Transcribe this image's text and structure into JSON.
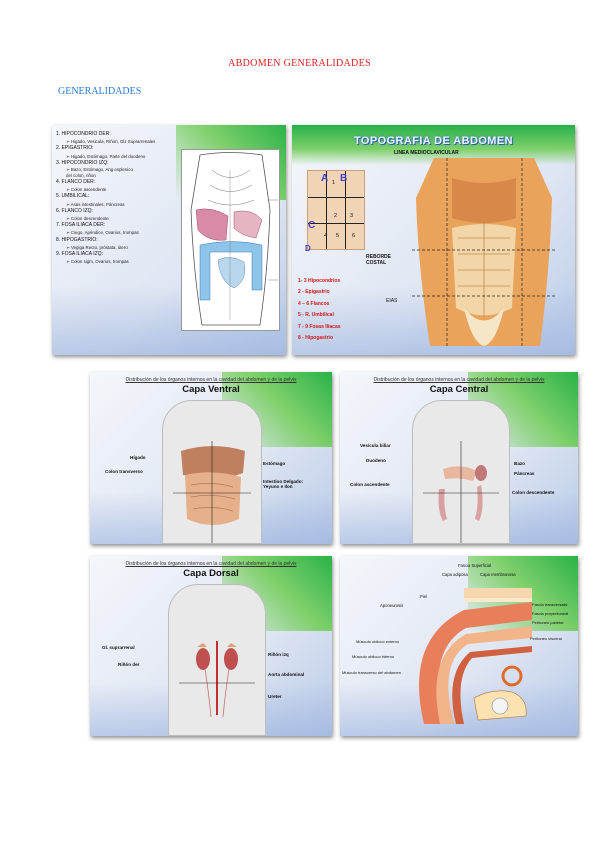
{
  "doc": {
    "title": "ABDOMEN GENERALIDADES",
    "subtitle": "GENERALIDADES"
  },
  "slide1": {
    "regions": [
      {
        "label": "1.    HIPOCONDRIO DER:",
        "sub": "Higado, Vesicula, Riñon, Glz Suprarrenales"
      },
      {
        "label": "2.    EPIGASTRIO:",
        "sub": "Higado, Estómago, Parte del duodeno"
      },
      {
        "label": "3.    HIPOCONDRIO IZQ:",
        "sub": "Bazo, Estómago, Ang esplenico del colon, riñon"
      },
      {
        "label": "4.    FLANCO  DER:",
        "sub": "Colon ascendente"
      },
      {
        "label": "5.    UMBILICAL:",
        "sub": "Asas intestinales, Páncreas"
      },
      {
        "label": "6.    FLANCO IZQ:",
        "sub": "Colon descendente"
      },
      {
        "label": "7.    FOSA ILIACA DER:",
        "sub": "Ciego, Apéndice, Ovarios, trompas"
      },
      {
        "label": "8.    HIPOGASTRIO:",
        "sub": "Vegiga Recto, próstata, útero"
      },
      {
        "label": "9.    FOSA ILIACA IZQ:",
        "sub": "Colon sigm, Ovarios, trompas"
      }
    ]
  },
  "slide2": {
    "title": "TOPOGRAFIA DE ABDOMEN",
    "linea": "LINEA MEDIOCLAVICULAR",
    "reborde": [
      "REBORDE",
      "COSTAL"
    ],
    "elas": "EIAS",
    "letters": [
      "A",
      "B",
      "C",
      "D"
    ],
    "cells": [
      "1",
      "2",
      "3",
      "4",
      "5",
      "6"
    ],
    "regions": [
      "1- 3 Hipocondrios",
      "2 - Epigastrio",
      "4 – 6 Flancos",
      "5 - R. Umbilical",
      "7 - 9 Fosas Iliacas",
      "8 - Hipogastrio"
    ]
  },
  "slide3": {
    "caption": "Distribución de los órganos internos en la cavidad del abdomen y de la pelvis",
    "heading": "Capa Ventral",
    "labels": {
      "higado": "Hígado",
      "colon": "Colon transverso",
      "estomago": "Estómago",
      "intestino1": "Intestino Delgado:",
      "intestino2": "Yeyuno e Ilon"
    }
  },
  "slide4": {
    "caption": "Distribución de los órganos internos en la cavidad del abdomen y de la pelvis",
    "heading": "Capa Central",
    "labels": {
      "vesicula": "Vesícula biliar",
      "duodeno": "Duodeno",
      "colon_asc": "Colon ascendente",
      "bazo": "Bazo",
      "pancreas": "Páncreas",
      "colon_desc": "Colon descendente"
    }
  },
  "slide5": {
    "caption": "Distribución de los órganos internos en la cavidad del abdomen y de la pelvis",
    "heading": "Capa Dorsal",
    "labels": {
      "supra": "Gl. suprarrenal",
      "rinon_der": "Riñón der",
      "rinon_izq": "Riñón izq",
      "aorta": "Aorta abdominal",
      "ureter": "Ureter"
    }
  },
  "slide6": {
    "labels": {
      "fascia": "Fascia Superficial",
      "adiposa": "Capa adiposa",
      "membranosa": "Capa membranosa",
      "piel": "Piel",
      "aponeurosis": "Aponeurosis",
      "f_transversal": "Fascia transversalis",
      "f_preperitoneal": "Fascia preperitoneal",
      "per_parietal": "Peritoneo parietal",
      "per_visceral": "Peritoneo visceral",
      "m_oblicuo_ext": "Músculo oblicuo externo",
      "m_oblicuo_int": "Músculo oblicuo interno",
      "m_transverso": "Músculo transverso del abdomen"
    }
  }
}
